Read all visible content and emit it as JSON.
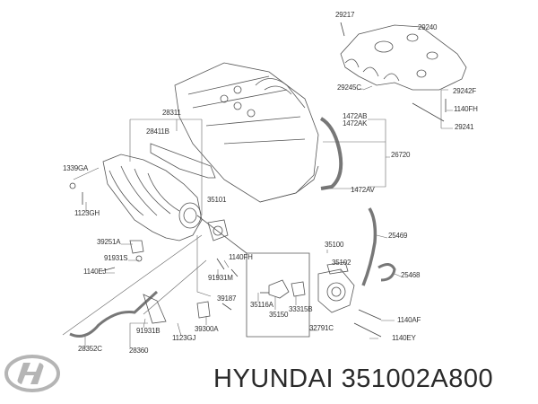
{
  "title": "HYUNDAI 351002A800",
  "brand": "HYUNDAI",
  "part_number": "351002A800",
  "logo_icon": "hyundai-logo-icon",
  "labels": {
    "p29217": "29217",
    "p29240": "29240",
    "p29245C": "29245C",
    "p29242F": "29242F",
    "p1140FH_a": "1140FH",
    "p29241": "29241",
    "p28311": "28311",
    "p28411B": "28411B",
    "p1472AB": "1472AB",
    "p1472AK": "1472AK",
    "p26720": "26720",
    "p1339GA": "1339GA",
    "p1123GH": "1123GH",
    "p35101": "35101",
    "p1472AV": "1472AV",
    "p25469": "25469",
    "p35100": "35100",
    "p39251A": "39251A",
    "p35102": "35102",
    "p1140FH_b": "1140FH",
    "p91931S": "91931S",
    "p25468": "25468",
    "p1140EJ": "1140EJ",
    "p91931M": "91931M",
    "p35116A": "35116A",
    "p39187": "39187",
    "p35150": "35150",
    "p33315B": "33315B",
    "p1140AF": "1140AF",
    "p39300A": "39300A",
    "p91931B": "91931B",
    "p1123GJ": "1123GJ",
    "p32791C": "32791C",
    "p1140EY": "1140EY",
    "p28352C": "28352C",
    "p28360": "28360"
  }
}
